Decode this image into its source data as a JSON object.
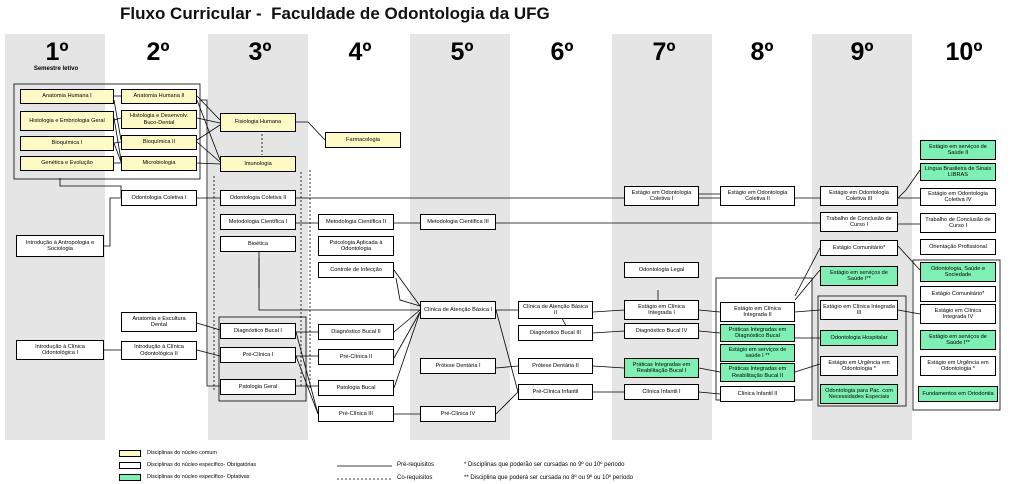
{
  "title": "Fluxo Curricular -  Faculdade de Odontologia da UFG",
  "semesters": [
    "1º",
    "2º",
    "3º",
    "4º",
    "5º",
    "6º",
    "7º",
    "8º",
    "9º",
    "10º"
  ],
  "semester_sublabel": "Semestre letivo",
  "colors": {
    "nucleo_comum": "#fefac6",
    "optativa": "#7ff0b4",
    "band": "#e5e5e5"
  },
  "disciplines": {
    "anatomia1": "Anatomia Humana I",
    "histo": "Histologia e Embriologia Geral",
    "bioq1": "Bioquímica I",
    "genetica": "Genética e Evolução",
    "intro_antro": "Introdução à Antropologia e Sociologia",
    "intro_clin1": "Introdução à Clínica Odontológica I",
    "anatomia2": "Anatomia Humana II",
    "histo_buco": "Histologia e Desenvolv. Buco-Dental",
    "bioq2": "Bioquímica II",
    "micro": "Microbiologia",
    "odc1": "Odontologia Coletiva I",
    "anat_escult": "Anatomia e Escultura Dental",
    "intro_clin2": "Introdução à Clínica Odontológica II",
    "fisio": "Fisiologia Humana",
    "imuno": "Imunologia",
    "odc2": "Odontologia Coletiva II",
    "metod1": "Metodologia Científica I",
    "bioetica": "Bioética",
    "diag1": "Diagnóstico Bucal I",
    "preclin1": "Pré-Clínica I",
    "pato_geral": "Patologia Geral",
    "farmaco": "Farmacologia",
    "metod2": "Metodologia Científica II",
    "psico": "Psicologia Aplicada à Odontologia",
    "controle": "Controle de Infecção",
    "diag2": "Diagnóstico Bucal II",
    "preclin2": "Pré-Clínica II",
    "pato_bucal": "Patologia Bucal",
    "preclin3": "Pré-Clínica III",
    "metod3": "Metodologia Científica III",
    "cab1": "Clínica de Atenção Básica I",
    "protese1": "Prótese Dentária I",
    "preclin4": "Pré-Clínica IV",
    "cab2": "Clínica de Atenção Básica II",
    "diag3": "Diagnóstico Bucal III",
    "protese2": "Prótese Dentária II",
    "preclin_inf": "Pré-Clínica Infantil",
    "est_odc1": "Estágio em Odontologia Coletiva I",
    "odont_legal": "Odontologia Legal",
    "est_ci1": "Estágio em Clínica Integrada I",
    "diag4": "Diagnóstico Bucal IV",
    "pi_reab1": "Práticas Integradas em Reabilitação Bucal I",
    "infantil1": "Clínica Infantil I",
    "est_odc2": "Estágio em Odontologia Coletiva II",
    "est_ci2": "Estágio em Clínica Integrada II",
    "pi_diag": "Práticas Integradas em Diagnóstico Bucal",
    "est_saude1": "Estágio em serviços de saúde I **",
    "pi_reab2": "Práticas Integradas em Reabilitação Bucal II",
    "infantil2": "Clínica Infantil II",
    "est_odc3": "Estágio em Odontologia Coletiva III",
    "tcc1_9": "Trabalho de Conclusão de Curso I",
    "est_comun9": "Estágio Comunitário*",
    "est_saude9": "Estágio em serviços de Saúde I**",
    "est_ci3": "Estágio em Clínica Integrada III",
    "odont_hosp": "Odontologia Hospitalar",
    "est_urg9": "Estágio em Urgência em Odontologia *",
    "pne": "Odontologia para Pac. com Necessidades Especiais",
    "est_saude2": "Estágio em serviços de Saúde II",
    "libras": "Língua Brasileira de Sinais LIBRAS",
    "est_odc4": "Estágio em Odontologia Coletiva IV",
    "tcc1_10": "Trabalho de Conclusão de Curso I",
    "orient": "Orientação Profissional",
    "ods": "Odontologia, Saúde e Sociedade",
    "est_comun10": "Estágio Comunitário*",
    "est_ci4": "Estágio em Clínica Integrada IV",
    "est_saude10": "Estágio em serviços de Saúde I**",
    "est_urg10": "Estágio em Urgência em Odontologia *",
    "fund_orto": "Fundamentos em Ortodontia"
  },
  "legend": {
    "comum": "Disciplinas do núcleo comum",
    "obrig": "Disciplinas do núcleo específico- Obrigatórias",
    "opt": "Disciplinas do núcleo específico- Optativas",
    "pre": "Pré-requisitos",
    "co": "Co-requisitos",
    "note1": "* Disciplinas que poderão ser cursadas  no 9º ou 10º período",
    "note2": "** Disciplina que poderá ser cursada  no  8º ou 9º ou 10º período"
  }
}
